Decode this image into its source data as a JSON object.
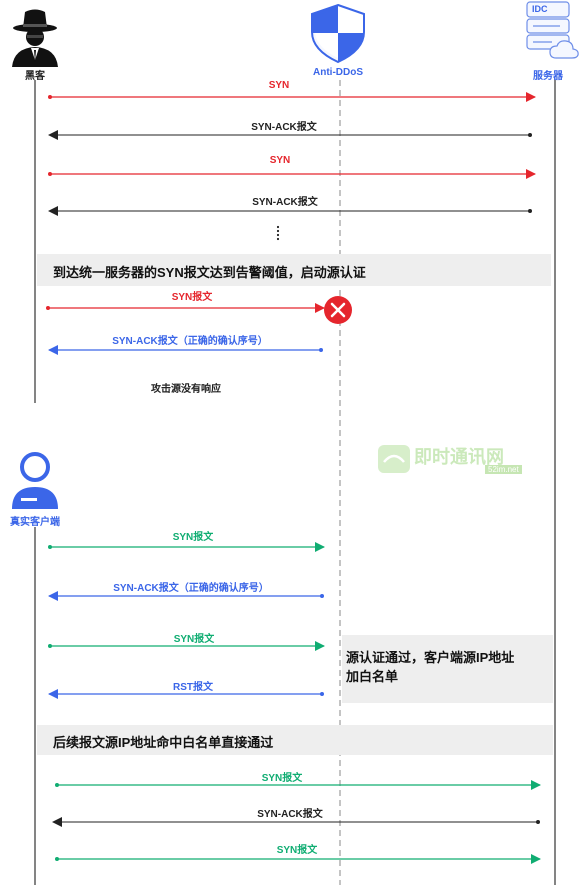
{
  "actors": {
    "hacker": "黑客",
    "anti_ddos": "Anti-DDoS",
    "server": "服务器",
    "server_badge": "IDC",
    "real_client": "真实客户端"
  },
  "messages": {
    "m1": "SYN",
    "m2": "SYN-ACK报文",
    "m3": "SYN",
    "m4": "SYN-ACK报文",
    "m5": "SYN报文",
    "m6": "SYN-ACK报文（正确的确认序号）",
    "m7": "SYN报文",
    "m8": "SYN-ACK报文（正确的确认序号）",
    "m9": "SYN报文",
    "m10": "RST报文",
    "m11": "SYN报文",
    "m12": "SYN-ACK报文",
    "m13": "SYN报文"
  },
  "notes": {
    "threshold": "到达统一服务器的SYN报文达到告警阈值，启动源认证",
    "no_response": "攻击源没有响应",
    "whitelist_line1": "源认证通过，客户端源IP地址",
    "whitelist_line2": "加白名单",
    "subsequent": "后续报文源IP地址命中白名单直接通过"
  },
  "watermark": {
    "main": "即时通讯网",
    "sub": "52im.net"
  },
  "colors": {
    "red": "#e5262d",
    "blue": "#3b66e8",
    "green": "#10ad72",
    "black": "#222222",
    "band": "#eeeeee"
  }
}
